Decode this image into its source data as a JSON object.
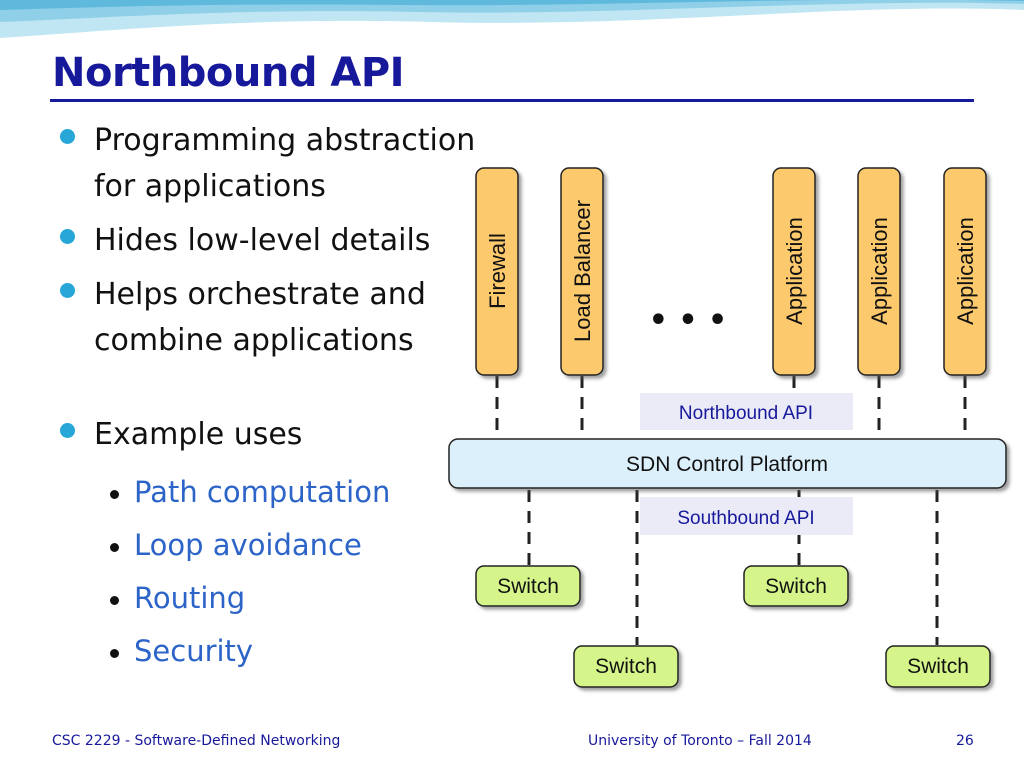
{
  "slide": {
    "title": "Northbound API",
    "bullets": [
      {
        "lines": [
          "Programming abstraction",
          "for applications"
        ]
      },
      {
        "lines": [
          "Hides low-level details"
        ]
      },
      {
        "lines": [
          "Helps orchestrate and",
          "combine applications"
        ]
      }
    ],
    "example": {
      "label": "Example uses",
      "items": [
        "Path computation",
        "Loop avoidance",
        "Routing",
        "Security"
      ]
    }
  },
  "diagram": {
    "apps": [
      "Firewall",
      "Load Balancer",
      "Application",
      "Application",
      "Application"
    ],
    "ellipsis": "• • •",
    "northbound_label": "Northbound API",
    "platform_label": "SDN Control Platform",
    "southbound_label": "Southbound API",
    "switches": [
      "Switch",
      "Switch",
      "Switch",
      "Switch"
    ],
    "colors": {
      "app_fill": "#fcc96d",
      "switch_fill": "#d5f58a",
      "platform_fill": "#dcf0fb",
      "api_fill": "#ebebf7"
    }
  },
  "footer": {
    "course": "CSC 2229 - Software-Defined Networking",
    "university": "University of Toronto – Fall 2014",
    "page": "26"
  }
}
